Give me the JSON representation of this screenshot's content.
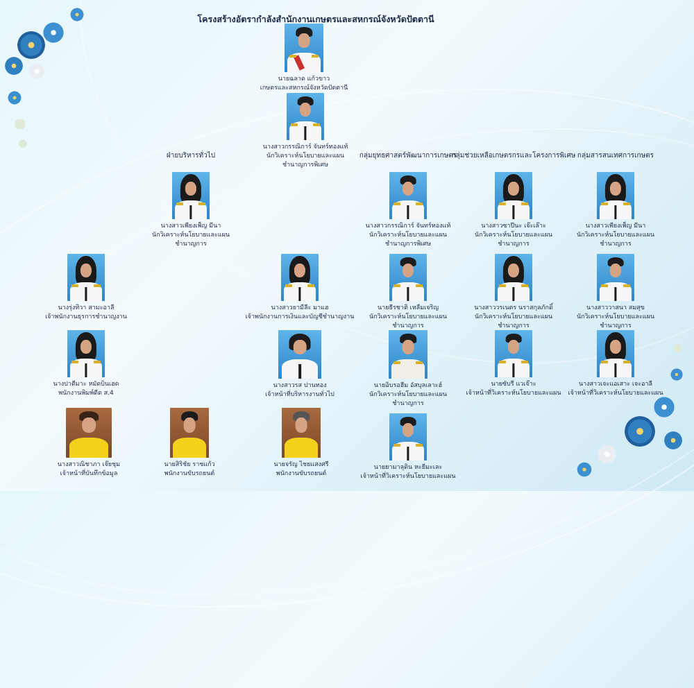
{
  "title": "โครงสร้างอัตรากำลังสำนักงานเกษตรและสหกรณ์จังหวัดปัตตานี",
  "columns": [
    "ฝ่ายบริหารทั่วไป",
    "กลุ่มยุทธศาสตร์พัฒนาการเกษตร",
    "กลุ่มช่วยเหลือเกษตรกรและโครงการพิเศษ",
    "กลุ่มสารสนเทศการเกษตร"
  ],
  "head": {
    "name": "นายฉลาด แก้วขาว",
    "pos": "เกษตรและสหกรณ์จังหวัดปัตตานี"
  },
  "deputy": {
    "name": "นางสาวกรรณิการ์ จันทร์ทองแท้",
    "pos": "นักวิเคราะห์นโยบายและแผนชำนาญการพิเศษ"
  },
  "people": [
    {
      "name": "นางสาวเพียงเพ็ญ มีนา",
      "pos": "นักวิเคราะห์นโยบายและแผนชำนาญการ"
    },
    {
      "name": "นางสาวกรรณิการ์ จันทร์ทองแท้",
      "pos": "นักวิเคราะห์นโยบายและแผนชำนาญการพิเศษ"
    },
    {
      "name": "นางสาวซาปีนะ เจ๊ะเล๊าะ",
      "pos": "นักวิเคราะห์นโยบายและแผนชำนาญการ"
    },
    {
      "name": "นางสาวเพียงเพ็ญ มีนา",
      "pos": "นักวิเคราะห์นโยบายและแผนชำนาญการ"
    },
    {
      "name": "นางรุ่งทิวา สามะอาลี",
      "pos": "เจ้าพนักงานธุรการชำนาญงาน"
    },
    {
      "name": "นางสาวยามีลีะ มาแฮ",
      "pos": "เจ้าพนักงานการเงินและบัญชีชำนาญงาน"
    },
    {
      "name": "นายธีรชาติ เหลืมเจริญ",
      "pos": "นักวิเคราะห์นโยบายและแผนชำนาญการ"
    },
    {
      "name": "นางสาววรเนตร นราสกุลภักดิ์",
      "pos": "นักวิเคราะห์นโยบายและแผนชำนาญการ"
    },
    {
      "name": "นางสาววาสนา สมสุข",
      "pos": "นักวิเคราะห์นโยบายและแผนชำนาญการ"
    },
    {
      "name": "นางปาตีมาะ หมัดบินเฮด",
      "pos": "พนักงานพิมพ์ดีด ส.4"
    },
    {
      "name": "นางสาวรส ปานทอง",
      "pos": "เจ้าหน้าที่บริหารงานทั่วไป"
    },
    {
      "name": "นายอิบรอฮีม อัสบุลเลาะฮ์",
      "pos": "นักวิเคราะห์นโยบายและแผนชำนาญการ"
    },
    {
      "name": "นายซับรี แวเจ๊าะ",
      "pos": "เจ้าหน้าที่วิเคราะห์นโยบายและแผน"
    },
    {
      "name": "นางสาวเจะแอเสาะ เจะอาลี",
      "pos": "เจ้าหน้าที่วิเคราะห์นโยบายและแผน"
    },
    {
      "name": "นางสาวณิชาภา เจ๊ยชุม",
      "pos": "เจ้าหน้าที่บันทึกข้อมูล"
    },
    {
      "name": "นายสิริชัย ราชแก้ว",
      "pos": "พนักงานขับรถยนต์"
    },
    {
      "name": "นายจรัญ ไชยแสงศรี",
      "pos": "พนักงานขับรถยนต์"
    },
    {
      "name": "นายยามาลุดิน หะยีมะเละ",
      "pos": "เจ้าหน้าที่วิเคราะห์นโยบายและแผน"
    }
  ]
}
